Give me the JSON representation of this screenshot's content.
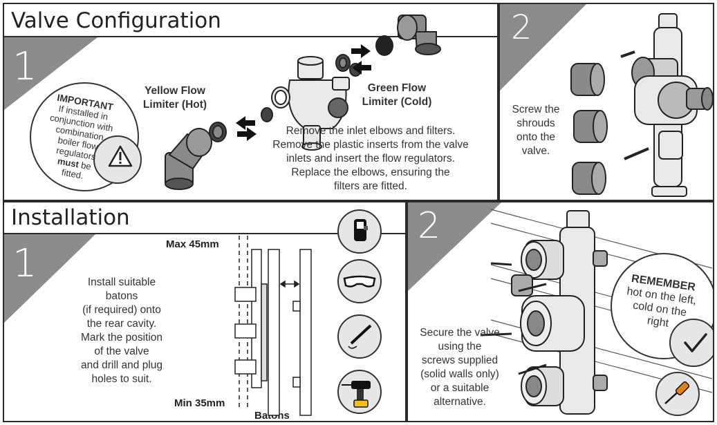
{
  "valve_config": {
    "title": "Valve Configuration",
    "step1": {
      "number": "1",
      "important_title": "IMPORTANT",
      "important_lines": [
        "If installed in",
        "conjunction with",
        "combination",
        "boiler flow",
        "regulators"
      ],
      "important_must": "must",
      "important_be": " be",
      "important_end": "fitted.",
      "yellow_label_1": "Yellow Flow",
      "yellow_label_2": "Limiter (Hot)",
      "green_label_1": "Green Flow",
      "green_label_2": "Limiter (Cold)",
      "instructions": [
        "Remove the inlet elbows and filters.",
        "Remove the plastic inserts from the valve",
        "inlets and insert the flow regulators.",
        "Replace the elbows, ensuring the",
        "filters are fitted."
      ]
    },
    "step2": {
      "number": "2",
      "instructions": [
        "Screw the",
        "shrouds",
        "onto the",
        "valve."
      ]
    }
  },
  "installation": {
    "title": "Installation",
    "step1": {
      "number": "1",
      "max_label": "Max 45mm",
      "min_label": "Min 35mm",
      "batons_label": "Batons",
      "instructions": [
        "Install suitable",
        "batons",
        "(if required) onto",
        "the rear cavity.",
        "Mark the position",
        "of the valve",
        "and drill and plug",
        "holes to suit."
      ]
    },
    "step2": {
      "number": "2",
      "instructions": [
        "Secure the valve",
        "using the",
        "screws supplied",
        "(solid walls only)",
        "or a suitable",
        "alternative."
      ],
      "remember_title": "REMEMBER",
      "remember_lines": [
        "hot on the left,",
        "cold on the",
        "right"
      ]
    }
  },
  "icons": {
    "tool1": "tape-measure-icon",
    "tool2": "safety-glasses-icon",
    "tool3": "pencil-icon",
    "tool4": "drill-icon",
    "screwdriver": "screwdriver-icon",
    "warning": "warning-triangle-icon",
    "check": "checkmark-icon"
  },
  "colors": {
    "grey_triangle": "#8c8c8c",
    "border": "#2a2a2a",
    "valve_body": "#e9e9e9",
    "shroud": "#8a8a8a"
  }
}
